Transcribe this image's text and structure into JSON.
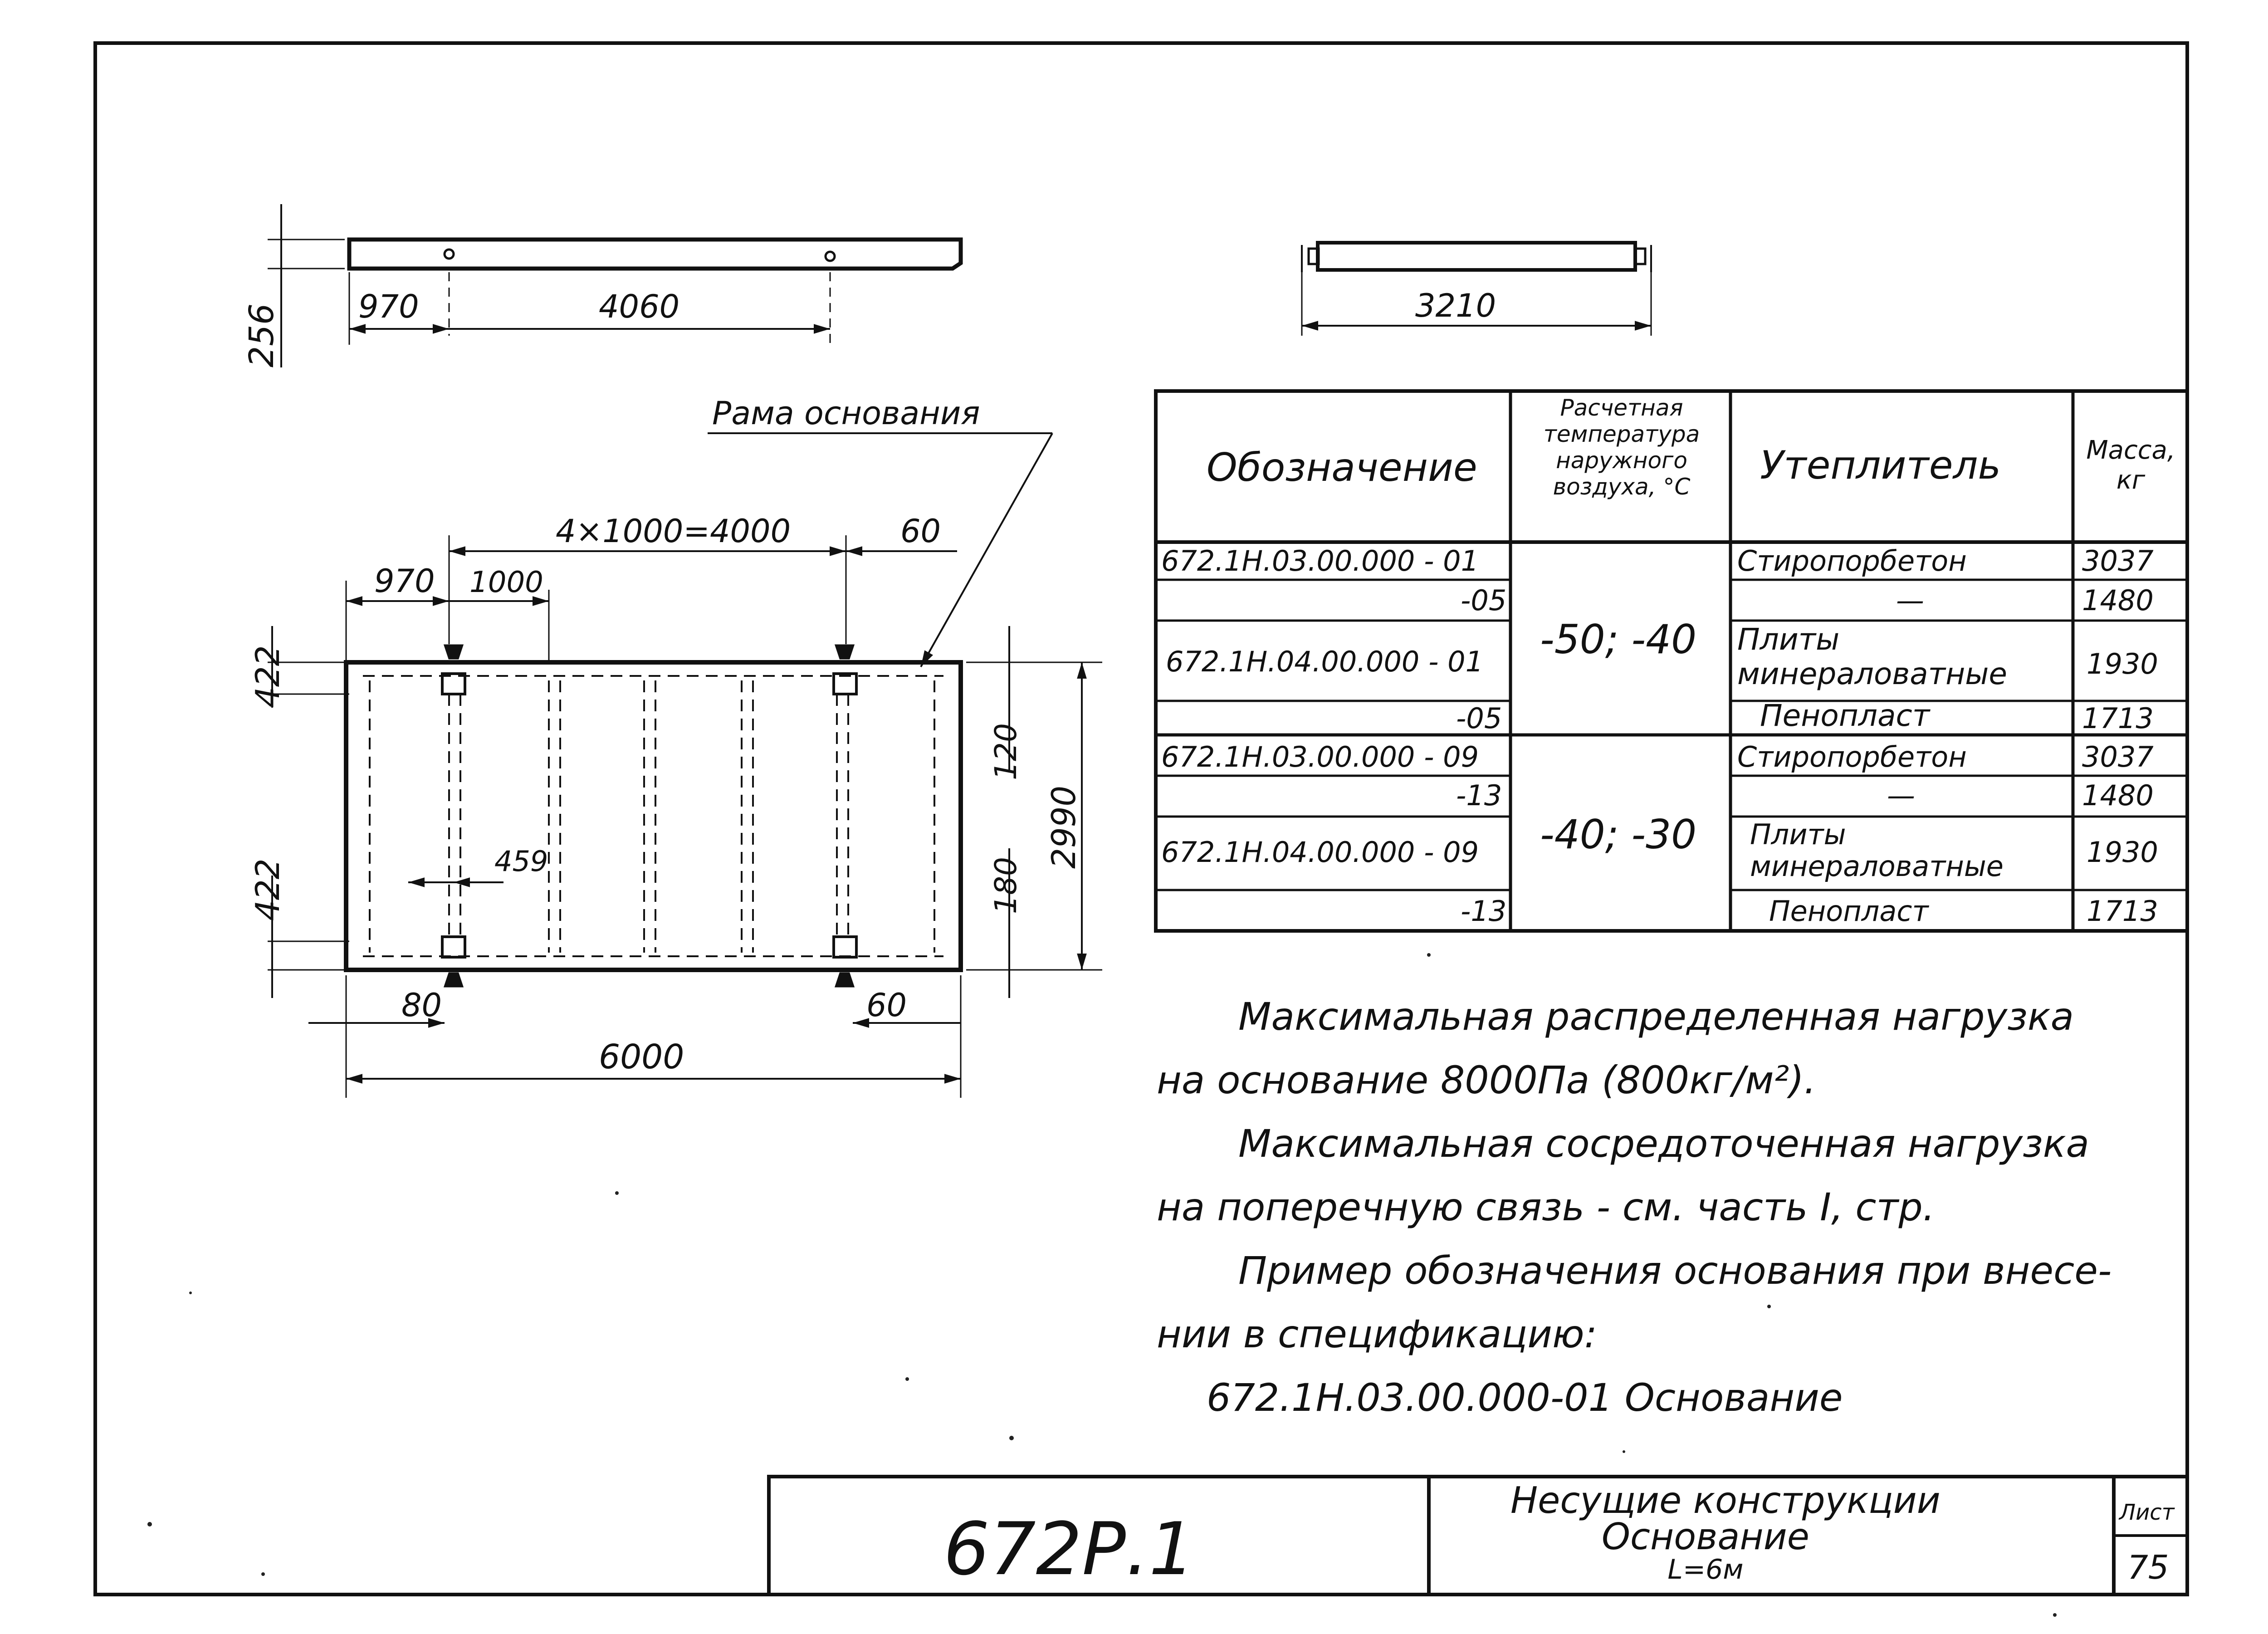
{
  "drawing": {
    "top_view": {
      "dim_height": "256",
      "dim_left": "970",
      "dim_middle": "4060"
    },
    "end_view": {
      "dim_width": "3210"
    },
    "plan": {
      "callout": "Рама основания",
      "dim_span": "4×1000=4000",
      "dim_right_gap": "60",
      "dim_left_offset": "970",
      "dim_step": "1000",
      "dim_top_left": "422",
      "dim_bottom_left": "422",
      "dim_inner": "459",
      "dim_top_right": "120",
      "dim_bottom_right": "180",
      "dim_total_height": "2990",
      "dim_foot_left": "80",
      "dim_foot_right": "60",
      "dim_total_length": "6000"
    }
  },
  "table": {
    "headers": {
      "designation": "Обозначение",
      "temperature": "Расчетная температура наружного воздуха, °С",
      "insulation": "Утеплитель",
      "mass": "Масса, кг"
    },
    "temperature_groups": [
      "-50; -40",
      "-40; -30"
    ],
    "rows": [
      {
        "designation": "672.1Н.03.00.000 - 01",
        "insulation": "Стиропорбетон",
        "mass": "3037"
      },
      {
        "designation": "-05",
        "insulation": "—",
        "mass": "1480"
      },
      {
        "designation": "672.1Н.04.00.000 - 01",
        "insulation": "Плиты минераловатные",
        "mass": "1930"
      },
      {
        "designation": "-05",
        "insulation": "Пенопласт",
        "mass": "1713"
      },
      {
        "designation": "672.1Н.03.00.000 - 09",
        "insulation": "Стиропорбетон",
        "mass": "3037"
      },
      {
        "designation": "-13",
        "insulation": "—",
        "mass": "1480"
      },
      {
        "designation": "672.1Н.04.00.000 - 09",
        "insulation": "Плиты минераловатные",
        "mass": "1930"
      },
      {
        "designation": "-13",
        "insulation": "Пенопласт",
        "mass": "1713"
      }
    ]
  },
  "notes": {
    "line1": "Максимальная распределенная нагрузка",
    "line2": "на основание 8000Па (800кг/м²).",
    "line3": "Максимальная сосредоточенная нагрузка",
    "line4": "на поперечную связь - см. часть I, стр.",
    "line5": "Пример обозначения основания при внесе-",
    "line6": "нии в спецификацию:",
    "line7": "672.1Н.03.00.000-01  Основание"
  },
  "title_block": {
    "code": "672Р.1",
    "title_line1": "Несущие конструкции",
    "title_line2": "Основание",
    "title_line3": "L=6м",
    "sheet_label": "Лист",
    "sheet_number": "75"
  }
}
